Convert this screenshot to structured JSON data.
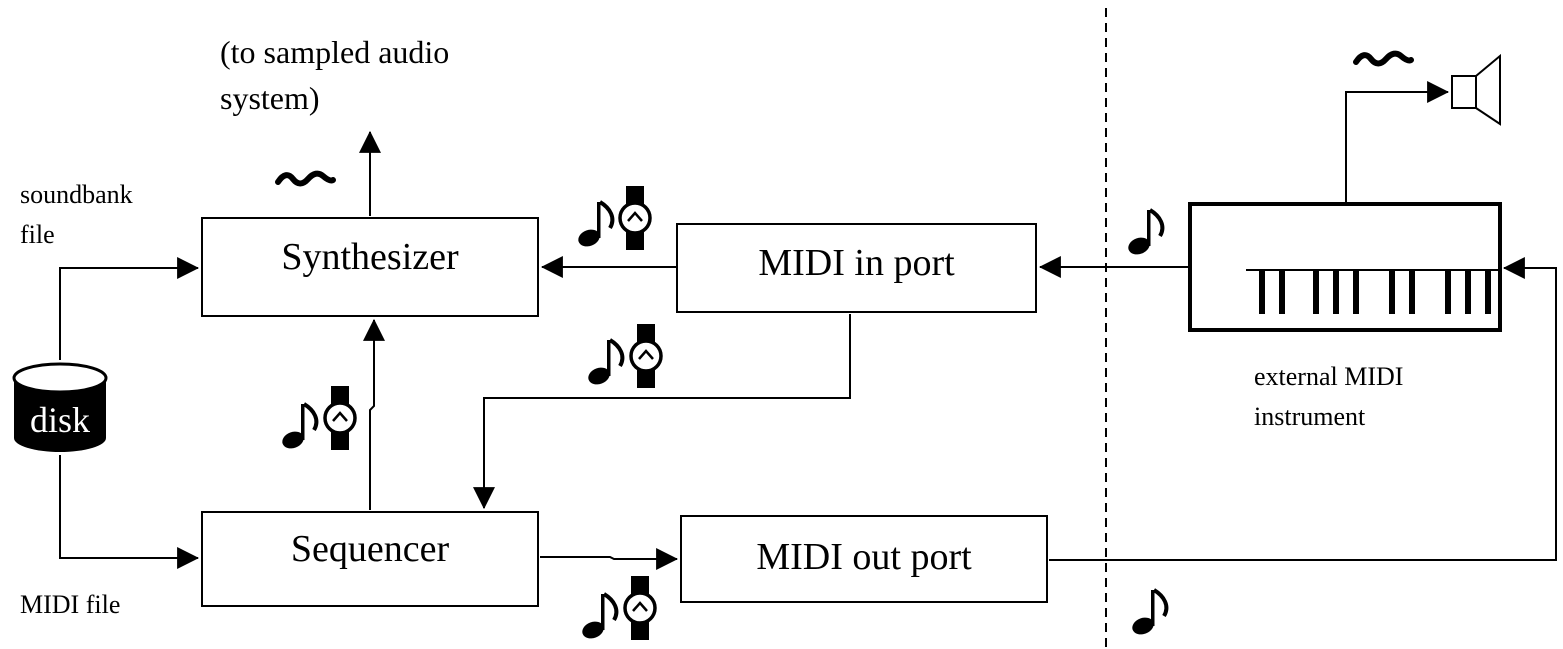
{
  "diagram": {
    "components": {
      "synthesizer": "Synthesizer",
      "midi_in_port": "MIDI in port",
      "sequencer": "Sequencer",
      "midi_out_port": "MIDI out port",
      "disk": "disk"
    },
    "labels": {
      "audio_out_line1": "(to sampled audio",
      "audio_out_line2": "system)",
      "soundbank_line1": "soundbank",
      "soundbank_line2": "file",
      "midi_file": "MIDI file",
      "external_line1": "external MIDI",
      "external_line2": "instrument"
    },
    "icons": {
      "note": "musical-note-icon",
      "timestamp": "wristwatch-icon",
      "audio": "audio-wave-icon",
      "speaker": "speaker-icon",
      "keyboard": "piano-keyboard-icon"
    },
    "colors": {
      "line": "#000000",
      "background": "#ffffff",
      "disk_fill": "#000000",
      "disk_text": "#ffffff"
    }
  }
}
